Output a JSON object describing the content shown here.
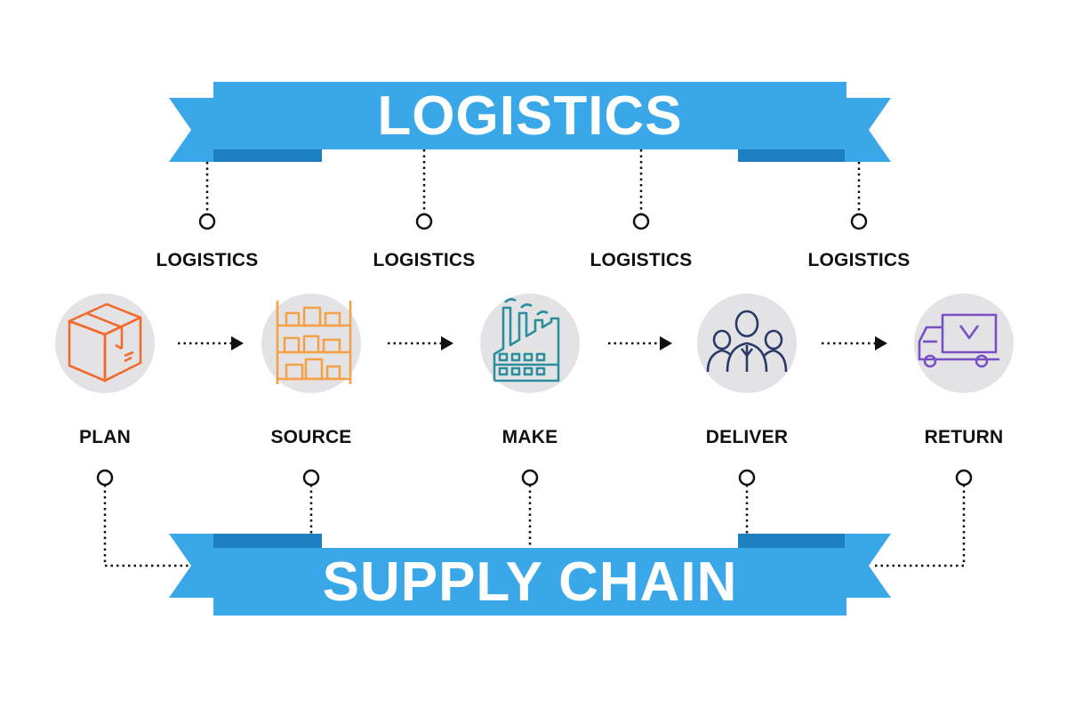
{
  "banners": {
    "top_title": "LOGISTICS",
    "bottom_title": "SUPPLY CHAIN",
    "color": "#3aa8e8",
    "fold_color": "#1e7fc0"
  },
  "logistics_labels": [
    "LOGISTICS",
    "LOGISTICS",
    "LOGISTICS",
    "LOGISTICS"
  ],
  "stages": [
    {
      "label": "PLAN",
      "icon": "box-icon",
      "icon_color": "#f26a2e"
    },
    {
      "label": "SOURCE",
      "icon": "shelves-icon",
      "icon_color": "#f5a148"
    },
    {
      "label": "MAKE",
      "icon": "factory-icon",
      "icon_color": "#2a8f9a"
    },
    {
      "label": "DELIVER",
      "icon": "people-icon",
      "icon_color": "#2a3a66"
    },
    {
      "label": "RETURN",
      "icon": "truck-icon",
      "icon_color": "#7a4fc4"
    }
  ],
  "colors": {
    "circle_bg": "#e3e3e6",
    "connector": "#111111"
  }
}
